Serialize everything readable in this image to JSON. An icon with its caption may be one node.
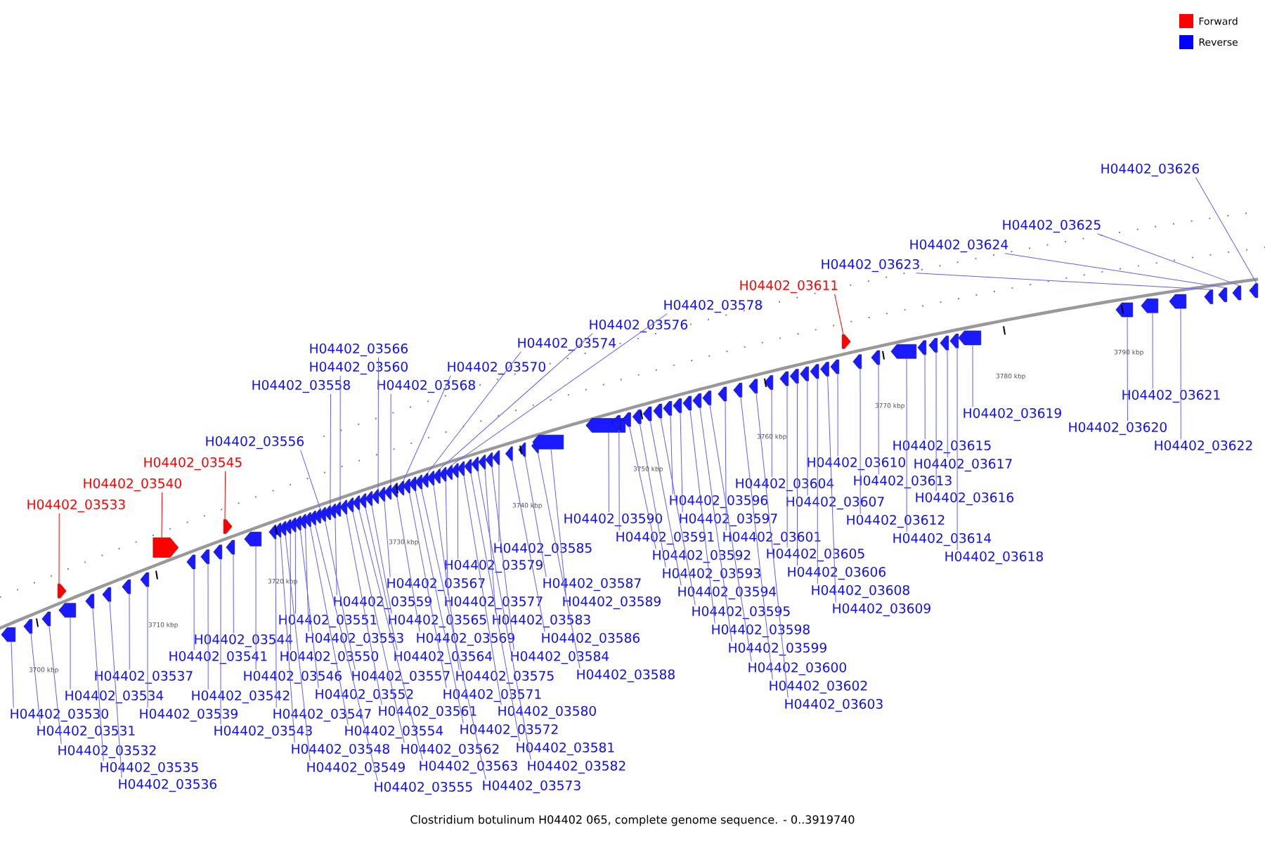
{
  "diagram": {
    "caption": "Clostridium botulinum H04402 065, complete genome sequence. - 0..3919740",
    "nodes": [
      {
        "text": [
          "H04402_03530"
        ]
      },
      {
        "text": [
          "H04402_03531"
        ]
      },
      {
        "text": [
          "H04402_03532"
        ]
      },
      {
        "text": [
          "H04402_03533"
        ]
      },
      {
        "text": [
          "H04402_03534"
        ]
      },
      {
        "text": [
          "H04402_03535"
        ]
      },
      {
        "text": [
          "H04402_03536"
        ]
      },
      {
        "text": [
          "H04402_03537"
        ]
      },
      {
        "text": [
          "H04402_03539"
        ]
      },
      {
        "text": [
          "H04402_03540"
        ]
      },
      {
        "text": [
          "H04402_03541"
        ]
      },
      {
        "text": [
          "H04402_03542"
        ]
      },
      {
        "text": [
          "H04402_03543"
        ]
      },
      {
        "text": [
          "H04402_03544"
        ]
      },
      {
        "text": [
          "H04402_03545"
        ]
      },
      {
        "text": [
          "H04402_03546"
        ]
      },
      {
        "text": [
          "H04402_03547"
        ]
      },
      {
        "text": [
          "H04402_03548"
        ]
      },
      {
        "text": [
          "H04402_03549"
        ]
      },
      {
        "text": [
          "H04402_03550"
        ]
      },
      {
        "text": [
          "H04402_03551"
        ]
      },
      {
        "text": [
          "H04402_03552"
        ]
      },
      {
        "text": [
          "H04402_03553"
        ]
      },
      {
        "text": [
          "H04402_03554"
        ]
      },
      {
        "text": [
          "H04402_03555"
        ]
      },
      {
        "text": [
          "H04402_03556"
        ]
      },
      {
        "text": [
          "H04402_03557"
        ]
      },
      {
        "text": [
          "H04402_03558"
        ]
      },
      {
        "text": [
          "H04402_03559"
        ]
      },
      {
        "text": [
          "H04402_03560"
        ]
      },
      {
        "text": [
          "H04402_03561"
        ]
      },
      {
        "text": [
          "H04402_03562"
        ]
      },
      {
        "text": [
          "H04402_03563"
        ]
      },
      {
        "text": [
          "H04402_03564"
        ]
      },
      {
        "text": [
          "H04402_03565"
        ]
      },
      {
        "text": [
          "H04402_03566"
        ]
      },
      {
        "text": [
          "H04402_03567"
        ]
      },
      {
        "text": [
          "H04402_03568"
        ]
      },
      {
        "text": [
          "H04402_03569"
        ]
      },
      {
        "text": [
          "H04402_03570"
        ]
      },
      {
        "text": [
          "H04402_03571"
        ]
      },
      {
        "text": [
          "H04402_03572"
        ]
      },
      {
        "text": [
          "H04402_03573"
        ]
      },
      {
        "text": [
          "H04402_03574"
        ]
      },
      {
        "text": [
          "H04402_03575"
        ]
      },
      {
        "text": [
          "H04402_03576"
        ]
      },
      {
        "text": [
          "H04402_03577"
        ]
      },
      {
        "text": [
          "H04402_03578"
        ]
      },
      {
        "text": [
          "H04402_03579"
        ]
      },
      {
        "text": [
          "H04402_03580"
        ]
      },
      {
        "text": [
          "H04402_03581"
        ]
      },
      {
        "text": [
          "H04402_03582"
        ]
      },
      {
        "text": [
          "H04402_03583"
        ]
      },
      {
        "text": [
          "H04402_03584"
        ]
      },
      {
        "text": [
          "H04402_03585"
        ]
      },
      {
        "text": [
          "H04402_03586"
        ]
      },
      {
        "text": [
          "H04402_03587"
        ]
      },
      {
        "text": [
          "H04402_03588"
        ]
      },
      {
        "text": [
          "H04402_03589"
        ]
      },
      {
        "text": [
          "H04402_03590"
        ]
      },
      {
        "text": [
          "H04402_03591"
        ]
      },
      {
        "text": [
          "H04402_03592"
        ]
      },
      {
        "text": [
          "H04402_03593"
        ]
      },
      {
        "text": [
          "H04402_03594"
        ]
      },
      {
        "text": [
          "H04402_03595"
        ]
      },
      {
        "text": [
          "H04402_03596"
        ]
      },
      {
        "text": [
          "H04402_03597"
        ]
      },
      {
        "text": [
          "H04402_03598"
        ]
      },
      {
        "text": [
          "H04402_03599"
        ]
      },
      {
        "text": [
          "H04402_03600"
        ]
      },
      {
        "text": [
          "H04402_03601"
        ]
      },
      {
        "text": [
          "H04402_03602"
        ]
      },
      {
        "text": [
          "H04402_03603"
        ]
      },
      {
        "text": [
          "H04402_03604"
        ]
      },
      {
        "text": [
          "H04402_03605"
        ]
      },
      {
        "text": [
          "H04402_03606"
        ]
      },
      {
        "text": [
          "H04402_03607"
        ]
      },
      {
        "text": [
          "H04402_03608"
        ]
      },
      {
        "text": [
          "H04402_03609"
        ]
      },
      {
        "text": [
          "H04402_03610"
        ]
      },
      {
        "text": [
          "H04402_03611"
        ]
      },
      {
        "text": [
          "H04402_03612"
        ]
      },
      {
        "text": [
          "H04402_03613"
        ]
      },
      {
        "text": [
          "H04402_03614"
        ]
      },
      {
        "text": [
          "H04402_03615"
        ]
      },
      {
        "text": [
          "H04402_03616"
        ]
      },
      {
        "text": [
          "H04402_03617"
        ]
      },
      {
        "text": [
          "H04402_03618"
        ]
      },
      {
        "text": [
          "H04402_03619"
        ]
      },
      {
        "text": [
          "H04402_03620"
        ]
      },
      {
        "text": [
          "H04402_03621"
        ]
      },
      {
        "text": [
          "H04402_03622"
        ]
      },
      {
        "text": [
          "H04402_03623"
        ]
      },
      {
        "text": [
          "H04402_03624"
        ]
      },
      {
        "text": [
          "H04402_03625"
        ]
      },
      {
        "text": [
          "H04402_03626"
        ]
      },
      {
        "text": [],
        "shape": "arrow"
      },
      {
        "text": [],
        "shape": "arrow"
      },
      {
        "text": [],
        "shape": "arrow"
      },
      {
        "text": [],
        "shape": "arrow"
      },
      {
        "text": [],
        "shape": "arrow"
      },
      {
        "text": [],
        "shape": "arrow"
      },
      {
        "text": [],
        "shape": "arrow"
      },
      {
        "text": [],
        "shape": "arrow"
      },
      {
        "text": [],
        "shape": "arrow"
      },
      {
        "text": [],
        "shape": "arrow"
      },
      {
        "text": [],
        "shape": "arrow"
      },
      {
        "text": [],
        "shape": "arrow"
      },
      {
        "text": [],
        "shape": "arrow"
      },
      {
        "text": [],
        "shape": "arrow"
      },
      {
        "text": [],
        "shape": "arrow"
      },
      {
        "text": [],
        "shape": "arrow"
      },
      {
        "text": [],
        "shape": "arrow"
      },
      {
        "text": [],
        "shape": "arrow"
      },
      {
        "text": [],
        "shape": "arrow"
      },
      {
        "text": [],
        "shape": "arrow"
      },
      {
        "text": [],
        "shape": "arrow"
      },
      {
        "text": [],
        "shape": "arrow"
      },
      {
        "text": [],
        "shape": "arrow"
      },
      {
        "text": [],
        "shape": "arrow"
      },
      {
        "text": [],
        "shape": "arrow"
      },
      {
        "text": [],
        "shape": "arrow"
      },
      {
        "text": [],
        "shape": "arrow"
      },
      {
        "text": [],
        "shape": "arrow"
      },
      {
        "text": [],
        "shape": "arrow"
      },
      {
        "text": [],
        "shape": "arrow"
      },
      {
        "text": [],
        "shape": "arrow"
      },
      {
        "text": [],
        "shape": "arrow"
      },
      {
        "text": [],
        "shape": "arrow"
      },
      {
        "text": [],
        "shape": "arrow"
      },
      {
        "text": [],
        "shape": "arrow"
      },
      {
        "text": [],
        "shape": "arrow"
      },
      {
        "text": [],
        "shape": "arrow"
      },
      {
        "text": [],
        "shape": "arrow"
      },
      {
        "text": [],
        "shape": "arrow"
      },
      {
        "text": [],
        "shape": "arrow"
      },
      {
        "text": [],
        "shape": "arrow"
      },
      {
        "text": [],
        "shape": "arrow"
      },
      {
        "text": [],
        "shape": "arrow"
      },
      {
        "text": [],
        "shape": "arrow"
      },
      {
        "text": [],
        "shape": "arrow"
      },
      {
        "text": [],
        "shape": "arrow"
      },
      {
        "text": [],
        "shape": "arrow"
      },
      {
        "text": [],
        "shape": "arrow"
      },
      {
        "text": [],
        "shape": "arrow"
      },
      {
        "text": [],
        "shape": "arrow"
      },
      {
        "text": [],
        "shape": "arrow"
      },
      {
        "text": [],
        "shape": "arrow"
      },
      {
        "text": [],
        "shape": "arrow"
      },
      {
        "text": [],
        "shape": "arrow"
      },
      {
        "text": [],
        "shape": "arrow"
      },
      {
        "text": [],
        "shape": "arrow"
      },
      {
        "text": [],
        "shape": "arrow"
      },
      {
        "text": [],
        "shape": "arrow"
      },
      {
        "text": [],
        "shape": "arrow"
      },
      {
        "text": [],
        "shape": "arrow"
      },
      {
        "text": [],
        "shape": "arrow"
      },
      {
        "text": [],
        "shape": "arrow"
      },
      {
        "text": [],
        "shape": "arrow"
      },
      {
        "text": [],
        "shape": "arrow"
      },
      {
        "text": [],
        "shape": "arrow"
      },
      {
        "text": [],
        "shape": "arrow"
      },
      {
        "text": [],
        "shape": "arrow"
      },
      {
        "text": [],
        "shape": "arrow"
      },
      {
        "text": [],
        "shape": "arrow"
      },
      {
        "text": [],
        "shape": "arrow"
      },
      {
        "text": [],
        "shape": "arrow"
      },
      {
        "text": [],
        "shape": "arrow"
      },
      {
        "text": [],
        "shape": "arrow"
      },
      {
        "text": [],
        "shape": "arrow"
      },
      {
        "text": [],
        "shape": "arrow"
      },
      {
        "text": [],
        "shape": "arrow"
      },
      {
        "text": [],
        "shape": "arrow"
      },
      {
        "text": [],
        "shape": "arrow"
      },
      {
        "text": [],
        "shape": "arrow"
      },
      {
        "text": [],
        "shape": "arrow"
      },
      {
        "text": [],
        "shape": "arrow"
      },
      {
        "text": [],
        "shape": "arrow"
      },
      {
        "text": [],
        "shape": "arrow"
      },
      {
        "text": [],
        "shape": "arrow"
      },
      {
        "text": [],
        "shape": "arrow"
      },
      {
        "text": [],
        "shape": "arrow"
      },
      {
        "text": [],
        "shape": "arrow"
      },
      {
        "text": [],
        "shape": "arrow"
      },
      {
        "text": [],
        "shape": "arrow"
      },
      {
        "text": [],
        "shape": "arrow"
      },
      {
        "text": [],
        "shape": "arrow"
      },
      {
        "text": [],
        "shape": "arrow"
      },
      {
        "text": [],
        "shape": "arrow"
      },
      {
        "text": [],
        "shape": "arrow"
      },
      {
        "text": [],
        "shape": "arrow"
      },
      {
        "text": [],
        "shape": "arrow"
      }
    ],
    "edges": [
      {
        "from": 0,
        "to": 96,
        "arrow": "none"
      },
      {
        "from": 1,
        "to": 97,
        "arrow": "none"
      },
      {
        "from": 2,
        "to": 98,
        "arrow": "none"
      },
      {
        "from": 3,
        "to": 99,
        "arrow": "none",
        "color": "#ff0000"
      },
      {
        "from": 4,
        "to": 100,
        "arrow": "none"
      },
      {
        "from": 5,
        "to": 101,
        "arrow": "none"
      },
      {
        "from": 6,
        "to": 102,
        "arrow": "none"
      },
      {
        "from": 7,
        "to": 103,
        "arrow": "none"
      },
      {
        "from": 8,
        "to": 104,
        "arrow": "none"
      },
      {
        "from": 9,
        "to": 105,
        "arrow": "none",
        "color": "#ff0000"
      },
      {
        "from": 10,
        "to": 106,
        "arrow": "none"
      },
      {
        "from": 11,
        "to": 107,
        "arrow": "none"
      },
      {
        "from": 12,
        "to": 108,
        "arrow": "none"
      },
      {
        "from": 13,
        "to": 109,
        "arrow": "none"
      },
      {
        "from": 14,
        "to": 110,
        "arrow": "none",
        "color": "#ff0000"
      },
      {
        "from": 15,
        "to": 111,
        "arrow": "none"
      },
      {
        "from": 16,
        "to": 112,
        "arrow": "none"
      },
      {
        "from": 17,
        "to": 113,
        "arrow": "none"
      },
      {
        "from": 18,
        "to": 114,
        "arrow": "none"
      },
      {
        "from": 19,
        "to": 115,
        "arrow": "none"
      },
      {
        "from": 20,
        "to": 116,
        "arrow": "none"
      },
      {
        "from": 21,
        "to": 117,
        "arrow": "none"
      },
      {
        "from": 22,
        "to": 118,
        "arrow": "none"
      },
      {
        "from": 23,
        "to": 119,
        "arrow": "none"
      },
      {
        "from": 24,
        "to": 120,
        "arrow": "none"
      },
      {
        "from": 25,
        "to": 121,
        "arrow": "none"
      },
      {
        "from": 26,
        "to": 122,
        "arrow": "none"
      },
      {
        "from": 27,
        "to": 123,
        "arrow": "none"
      },
      {
        "from": 28,
        "to": 124,
        "arrow": "none"
      },
      {
        "from": 29,
        "to": 125,
        "arrow": "none"
      },
      {
        "from": 30,
        "to": 126,
        "arrow": "none"
      },
      {
        "from": 31,
        "to": 127,
        "arrow": "none"
      },
      {
        "from": 32,
        "to": 128,
        "arrow": "none"
      },
      {
        "from": 33,
        "to": 129,
        "arrow": "none"
      },
      {
        "from": 34,
        "to": 130,
        "arrow": "none"
      },
      {
        "from": 35,
        "to": 131,
        "arrow": "none"
      },
      {
        "from": 36,
        "to": 132,
        "arrow": "none"
      },
      {
        "from": 37,
        "to": 133,
        "arrow": "none"
      },
      {
        "from": 38,
        "to": 134,
        "arrow": "none"
      },
      {
        "from": 39,
        "to": 135,
        "arrow": "none"
      },
      {
        "from": 40,
        "to": 136,
        "arrow": "none"
      },
      {
        "from": 41,
        "to": 137,
        "arrow": "none"
      },
      {
        "from": 42,
        "to": 138,
        "arrow": "none"
      },
      {
        "from": 43,
        "to": 139,
        "arrow": "none"
      },
      {
        "from": 44,
        "to": 140,
        "arrow": "none"
      },
      {
        "from": 45,
        "to": 141,
        "arrow": "none"
      },
      {
        "from": 46,
        "to": 142,
        "arrow": "none"
      },
      {
        "from": 47,
        "to": 143,
        "arrow": "none"
      },
      {
        "from": 48,
        "to": 144,
        "arrow": "none"
      },
      {
        "from": 49,
        "to": 145,
        "arrow": "none"
      },
      {
        "from": 50,
        "to": 146,
        "arrow": "none"
      },
      {
        "from": 51,
        "to": 147,
        "arrow": "none"
      },
      {
        "from": 52,
        "to": 148,
        "arrow": "none"
      },
      {
        "from": 53,
        "to": 149,
        "arrow": "none"
      },
      {
        "from": 54,
        "to": 150,
        "arrow": "none"
      },
      {
        "from": 55,
        "to": 151,
        "arrow": "none"
      },
      {
        "from": 56,
        "to": 152,
        "arrow": "none"
      },
      {
        "from": 57,
        "to": 153,
        "arrow": "none"
      },
      {
        "from": 58,
        "to": 154,
        "arrow": "none"
      },
      {
        "from": 59,
        "to": 155,
        "arrow": "none"
      },
      {
        "from": 60,
        "to": 156,
        "arrow": "none"
      },
      {
        "from": 61,
        "to": 157,
        "arrow": "none"
      },
      {
        "from": 62,
        "to": 158,
        "arrow": "none"
      },
      {
        "from": 63,
        "to": 159,
        "arrow": "none"
      },
      {
        "from": 64,
        "to": 160,
        "arrow": "none"
      },
      {
        "from": 65,
        "to": 161,
        "arrow": "none"
      },
      {
        "from": 66,
        "to": 162,
        "arrow": "none"
      },
      {
        "from": 67,
        "to": 163,
        "arrow": "none"
      },
      {
        "from": 68,
        "to": 164,
        "arrow": "none"
      },
      {
        "from": 69,
        "to": 165,
        "arrow": "none"
      },
      {
        "from": 70,
        "to": 166,
        "arrow": "none"
      },
      {
        "from": 71,
        "to": 167,
        "arrow": "none"
      },
      {
        "from": 72,
        "to": 168,
        "arrow": "none"
      },
      {
        "from": 73,
        "to": 169,
        "arrow": "none"
      },
      {
        "from": 74,
        "to": 170,
        "arrow": "none"
      },
      {
        "from": 75,
        "to": 171,
        "arrow": "none"
      },
      {
        "from": 76,
        "to": 172,
        "arrow": "none"
      },
      {
        "from": 77,
        "to": 173,
        "arrow": "none"
      },
      {
        "from": 78,
        "to": 174,
        "arrow": "none"
      },
      {
        "from": 79,
        "to": 175,
        "arrow": "none"
      },
      {
        "from": 80,
        "to": 176,
        "arrow": "none",
        "color": "#ff0000"
      },
      {
        "from": 81,
        "to": 177,
        "arrow": "none"
      },
      {
        "from": 82,
        "to": 178,
        "arrow": "none"
      },
      {
        "from": 83,
        "to": 179,
        "arrow": "none"
      },
      {
        "from": 84,
        "to": 180,
        "arrow": "none"
      },
      {
        "from": 85,
        "to": 181,
        "arrow": "none"
      },
      {
        "from": 86,
        "to": 182,
        "arrow": "none"
      },
      {
        "from": 87,
        "to": 183,
        "arrow": "none"
      },
      {
        "from": 88,
        "to": 184,
        "arrow": "none"
      },
      {
        "from": 89,
        "to": 185,
        "arrow": "none"
      },
      {
        "from": 90,
        "to": 186,
        "arrow": "none"
      },
      {
        "from": 91,
        "to": 187,
        "arrow": "none"
      },
      {
        "from": 92,
        "to": 188,
        "arrow": "none"
      },
      {
        "from": 93,
        "to": 189,
        "arrow": "none"
      },
      {
        "from": 94,
        "to": 190,
        "arrow": "none"
      },
      {
        "from": 95,
        "to": 191,
        "arrow": "none"
      }
    ],
    "labels": [
      "3700 kbp",
      "3710 kbp",
      "3720 kbp",
      "3730 kbp",
      "3740 kbp",
      "3750 kbp",
      "3760 kbp",
      "3770 kbp",
      "3780 kbp",
      "3790 kbp"
    ],
    "legend": [
      {
        "text": "Forward",
        "color": "#ff0000"
      },
      {
        "text": "Reverse",
        "color": "#0000ff"
      }
    ]
  }
}
